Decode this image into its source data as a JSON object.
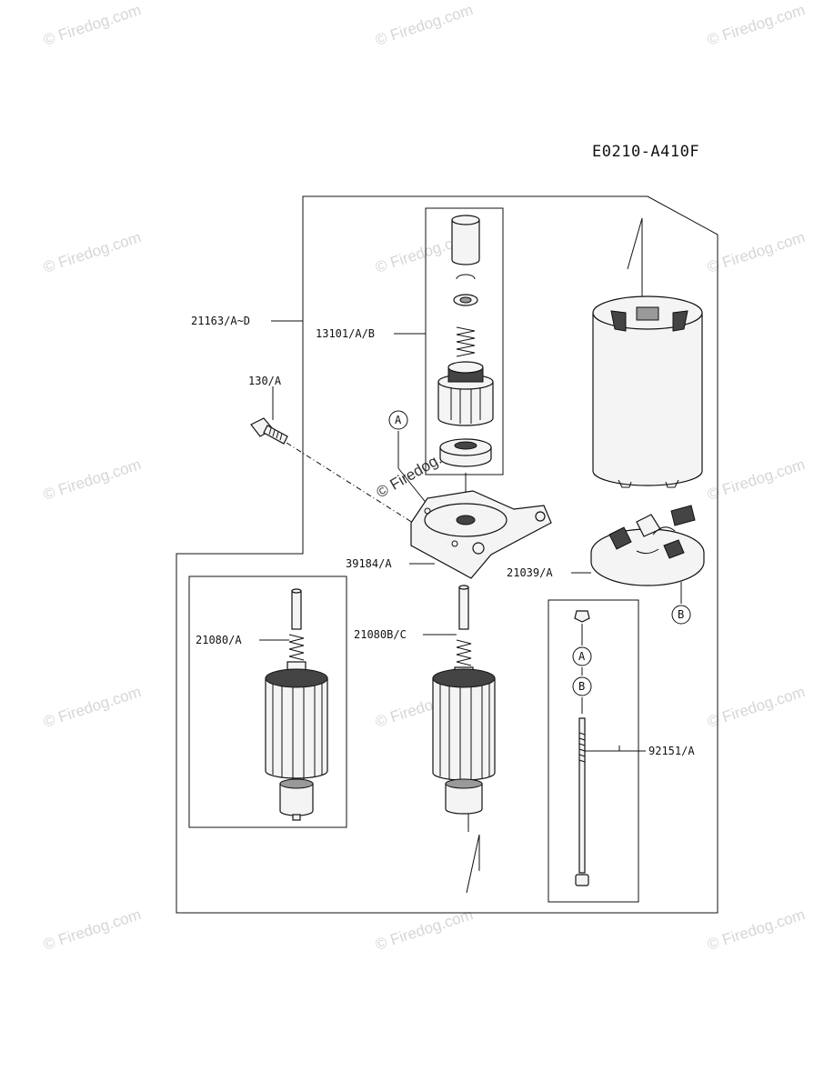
{
  "diagram": {
    "code": "E0210-A410F",
    "watermark": "© Firedog.com",
    "callouts": {
      "c21163": "21163/A~D",
      "c13101": "13101/A/B",
      "c130": "130/A",
      "c39184": "39184/A",
      "c21039": "21039/A",
      "c21080a": "21080/A",
      "c21080b": "21080B/C",
      "c92151": "92151/A"
    },
    "markers": {
      "a": "A",
      "b": "B"
    }
  }
}
